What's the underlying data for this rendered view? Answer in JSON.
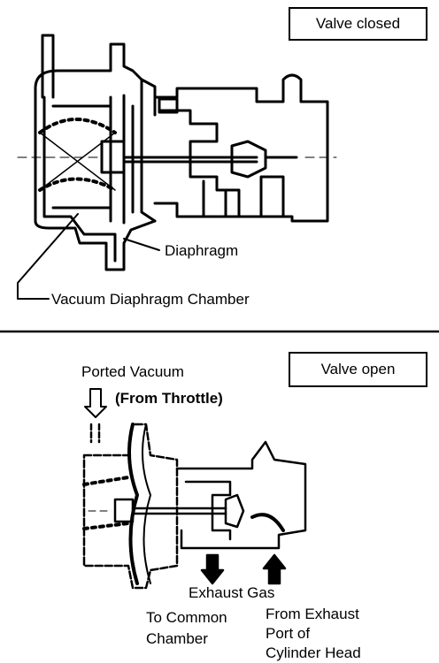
{
  "top_panel": {
    "state_label": "Valve closed",
    "callouts": {
      "diaphragm": "Diaphragm",
      "chamber": "Vacuum Diaphragm Chamber"
    }
  },
  "bottom_panel": {
    "state_label": "Valve open",
    "vacuum_label": "Ported Vacuum",
    "vacuum_source": "(From Throttle)",
    "exhaust_label": "Exhaust Gas",
    "to_label_line1": "To Common",
    "to_label_line2": "Chamber",
    "from_label_line1": "From Exhaust",
    "from_label_line2": "Port of",
    "from_label_line3": "Cylinder Head"
  }
}
